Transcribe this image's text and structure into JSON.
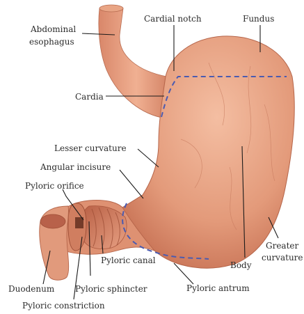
{
  "labels": {
    "abdominal_esophagus_1": "Abdominal",
    "abdominal_esophagus_2": "esophagus",
    "cardial_notch": "Cardial notch",
    "fundus": "Fundus",
    "cardia": "Cardia",
    "lesser_curvature": "Lesser curvature",
    "angular_incisure": "Angular incisure",
    "pyloric_orifice": "Pyloric orifice",
    "greater_curvature_1": "Greater",
    "greater_curvature_2": "curvature",
    "body": "Body",
    "pyloric_canal": "Pyloric canal",
    "pyloric_antrum": "Pyloric antrum",
    "duodenum": "Duodenum",
    "pyloric_sphincter": "Pyloric sphincter",
    "pyloric_constriction": "Pyloric constriction"
  },
  "colors": {
    "stomach_fill": "#e39a7a",
    "stomach_shade": "#c97356",
    "stomach_highlight": "#f2b79a",
    "mucosa": "#d47f5f",
    "region_divider": "#4b5bb0",
    "leader_line": "#1a1a1a"
  }
}
